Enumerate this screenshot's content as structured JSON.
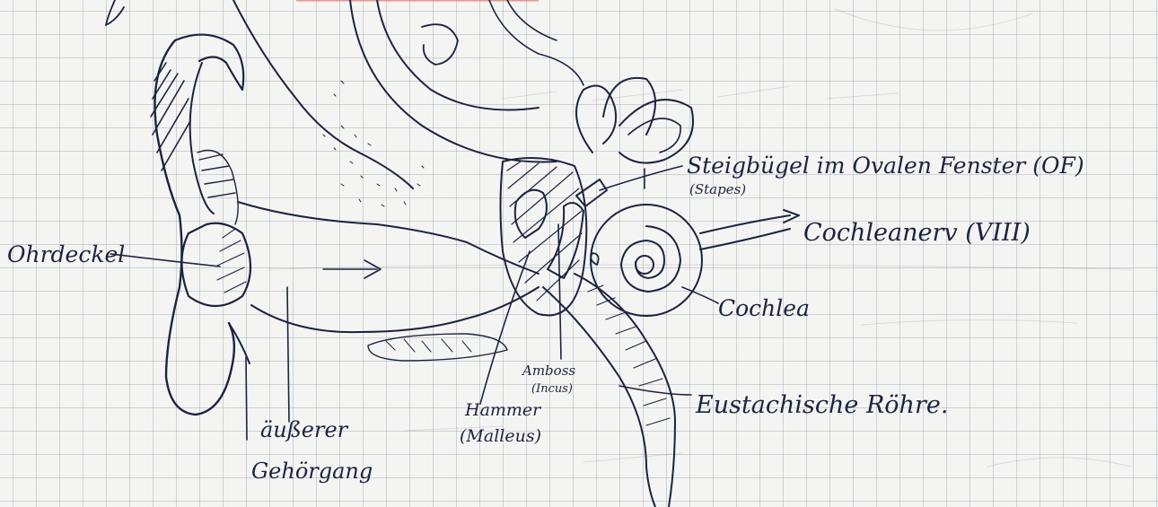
{
  "labels": {
    "ohrdeckel": "Ohrdeckel",
    "gehoergang_line1": "äußerer",
    "gehoergang_line2": "Gehörgang",
    "hammer": "Hammer",
    "hammer_latin": "(Malleus)",
    "amboss": "Amboss",
    "amboss_latin": "(Incus)",
    "steigbuegel": "Steigbügel im Ovalen Fenster (OF)",
    "steigbuegel_latin": "(Stapes)",
    "cochleanerv": "Cochleanerv (VIII)",
    "cochlea": "Cochlea",
    "eustachische": "Eustachische Röhre."
  },
  "colors": {
    "ink": "#1c2340",
    "paper": "#f4f5f2",
    "grid": "#96a0af",
    "highlight": "#e05a4a"
  }
}
